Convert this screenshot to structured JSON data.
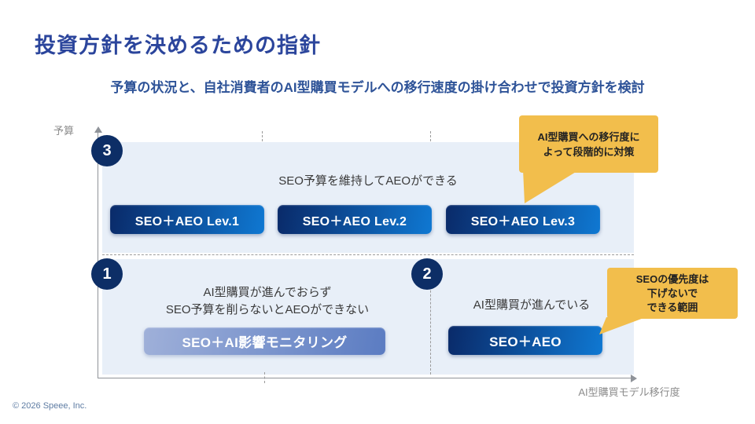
{
  "slide": {
    "title": "投資方針を決めるための指針",
    "subtitle": "予算の状況と、自社消費者のAI型購買モデルへの移行速度の掛け合わせで投資方針を検討",
    "footer": "© 2026 Speee, Inc."
  },
  "colors": {
    "title_navy": "#2b459c",
    "subtitle_blue": "#2e5398",
    "circle_navy": "#0d2e66",
    "region_fill": "#e8eff8",
    "button_gradient_dark_start": "#0a2a69",
    "button_gradient_dark_end": "#0f78d2",
    "button_gradient_muted_start": "#9fb0d9",
    "button_gradient_muted_end": "#5b7cc2",
    "callout_yellow": "#f2be4c"
  },
  "chart": {
    "y_axis_label": "予算",
    "x_axis_label": "AI型購買モデル移行度",
    "top": {
      "number": "3",
      "heading": "SEO予算を維持してAEOができる",
      "buttons": [
        "SEO＋AEO Lev.1",
        "SEO＋AEO Lev.2",
        "SEO＋AEO Lev.3"
      ]
    },
    "bottom_left": {
      "number": "1",
      "heading_lines": [
        "AI型購買が進んでおらず",
        "SEO予算を削らないとAEOができない"
      ],
      "button": "SEO＋AI影響モニタリング"
    },
    "bottom_right": {
      "number": "2",
      "heading": "AI型購買が進んでいる",
      "button": "SEO＋AEO"
    },
    "callout_top": {
      "lines": [
        "AI型購買への移行度に",
        "よって段階的に対策"
      ]
    },
    "callout_right": {
      "lines": [
        "SEOの優先度は",
        "下げないで",
        "できる範囲"
      ]
    }
  }
}
